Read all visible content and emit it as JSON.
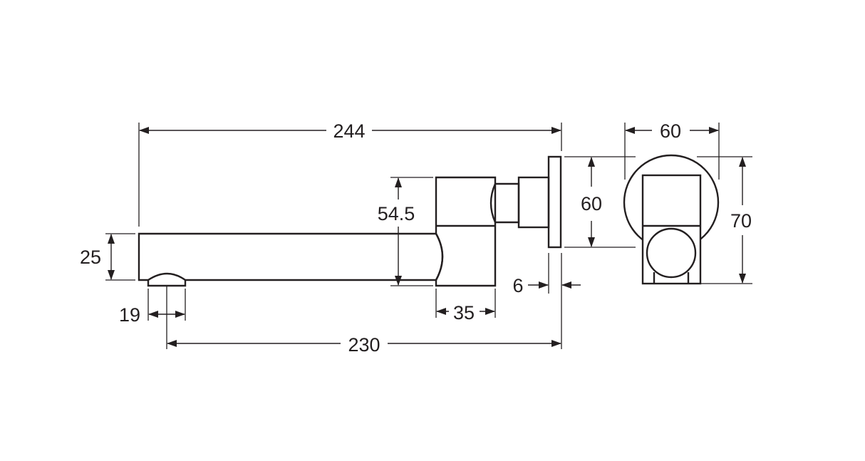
{
  "dimensions": {
    "overall_length": "244",
    "spout_reach": "230",
    "outlet_width": "19",
    "spout_height": "25",
    "body_height": "54.5",
    "body_width": "35",
    "plate_thickness": "6",
    "plate_height": "60",
    "plate_width": "60",
    "plate_diameter": "70"
  },
  "colors": {
    "line": "#231f20",
    "background": "#ffffff"
  }
}
